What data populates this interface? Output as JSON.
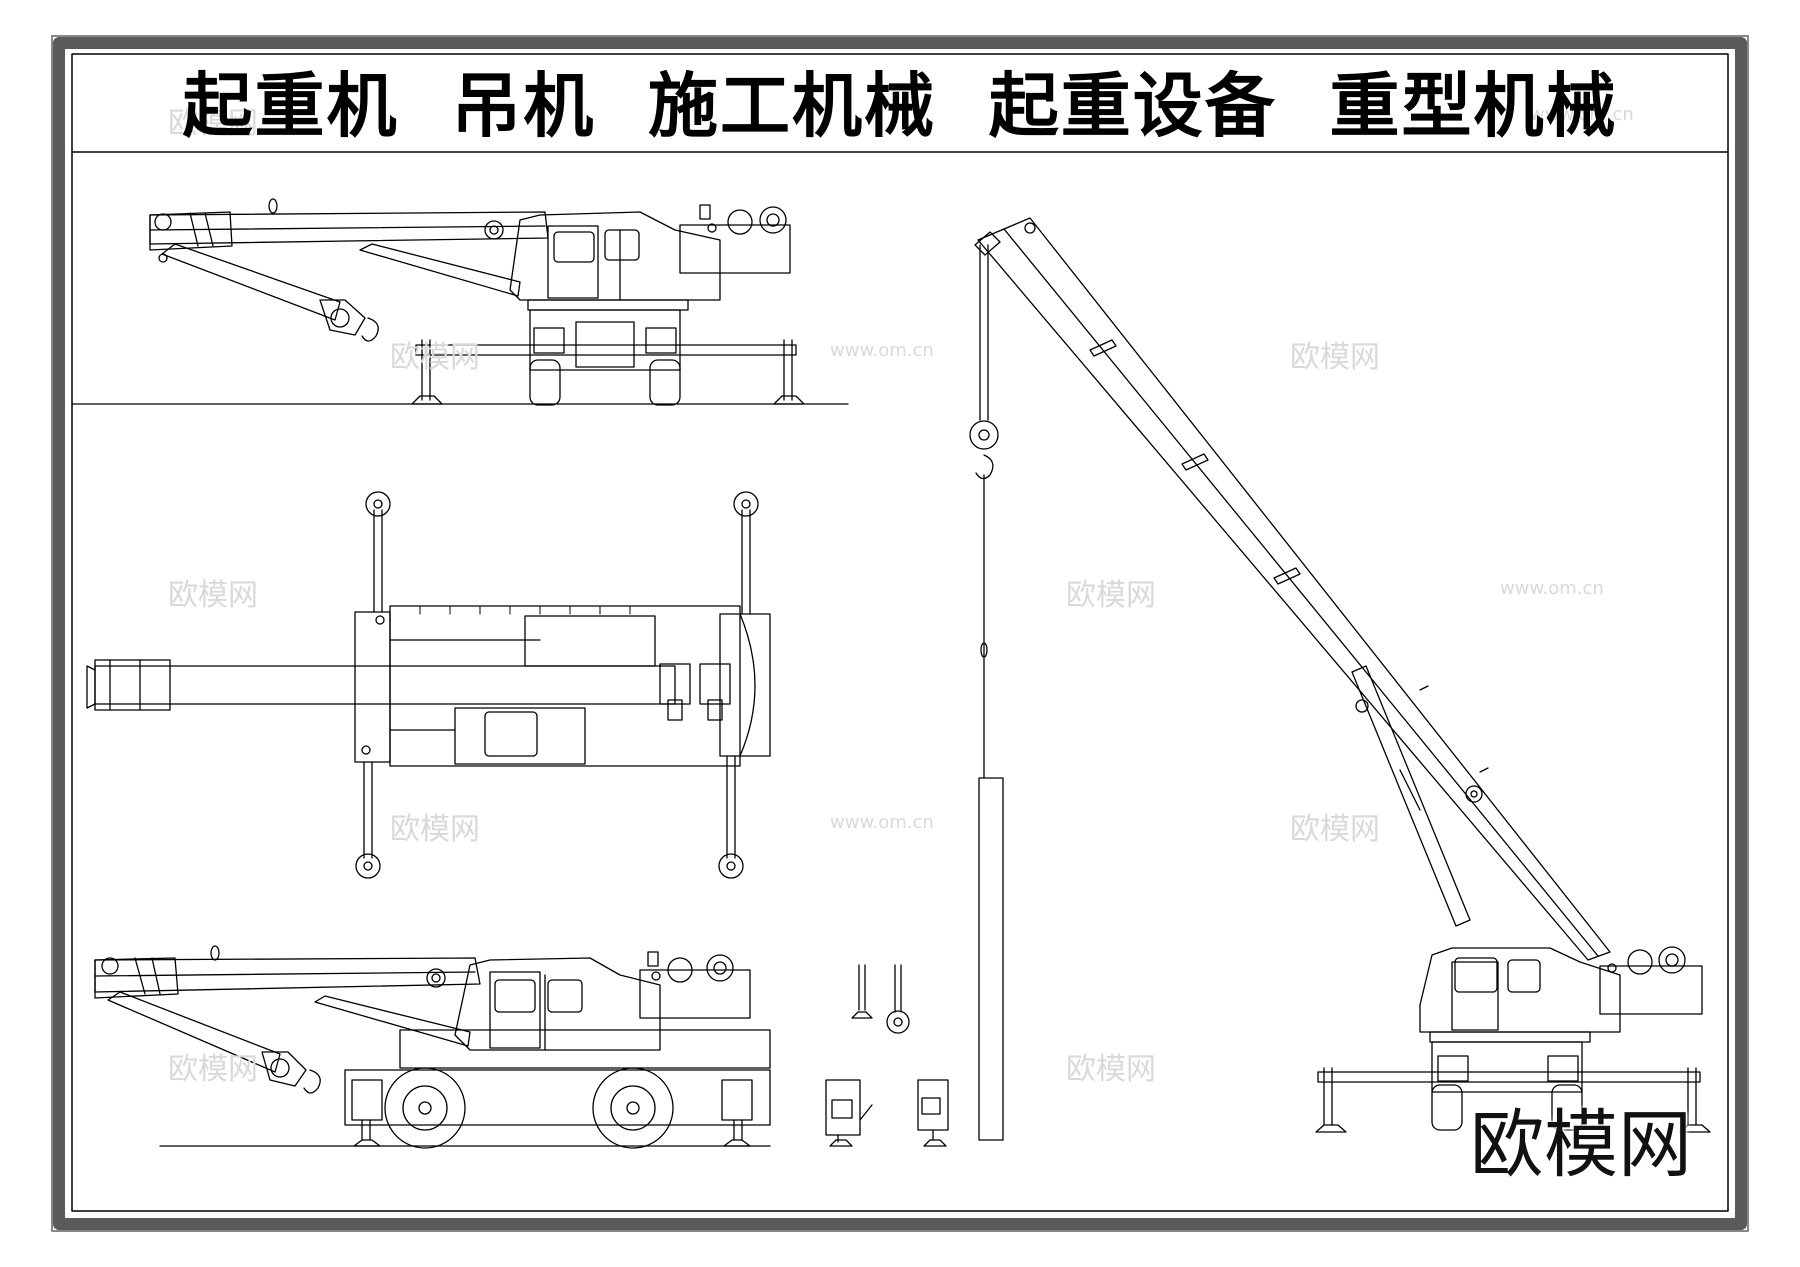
{
  "title": "起重机  吊机  施工机械  起重设备  重型机械",
  "watermark": {
    "brand": "欧模网",
    "url": "www.om.cn"
  },
  "colors": {
    "line": "#000000",
    "frame_outer": "#666666",
    "watermark": "#d9d9d9"
  }
}
